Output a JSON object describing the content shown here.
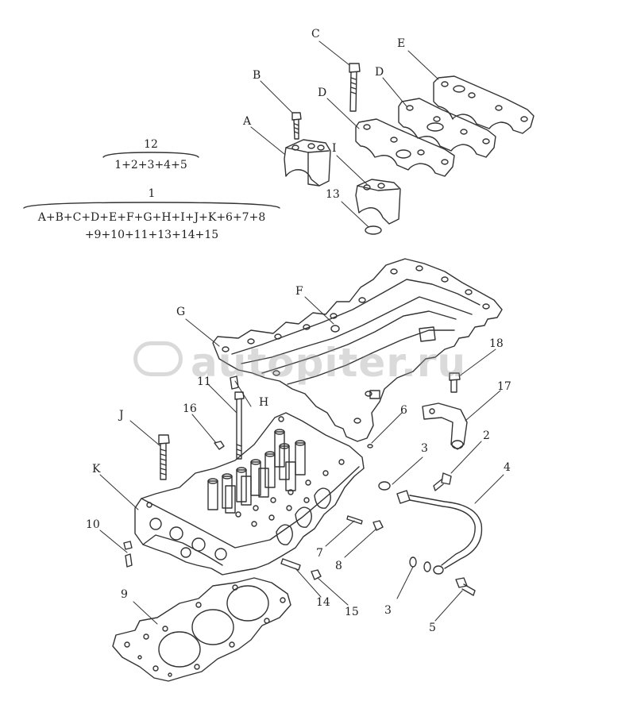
{
  "formulas": {
    "f12_top": "12",
    "f12_bottom": "1+2+3+4+5",
    "f1_top": "1",
    "f1_line1": "A+B+C+D+E+F+G+H+I+J+K+6+7+8",
    "f1_line2": "+9+10+11+13+14+15"
  },
  "watermark": "autopiter.ru",
  "labels": {
    "A": "A",
    "B": "B",
    "C": "C",
    "D1": "D",
    "D2": "D",
    "E": "E",
    "F": "F",
    "G": "G",
    "H": "H",
    "I": "I",
    "J": "J",
    "K": "K",
    "n2": "2",
    "n3a": "3",
    "n3b": "3",
    "n4": "4",
    "n5": "5",
    "n6": "6",
    "n7": "7",
    "n8": "8",
    "n9": "9",
    "n10": "10",
    "n11": "11",
    "n13": "13",
    "n14": "14",
    "n15": "15",
    "n16": "16",
    "n17": "17",
    "n18": "18"
  }
}
